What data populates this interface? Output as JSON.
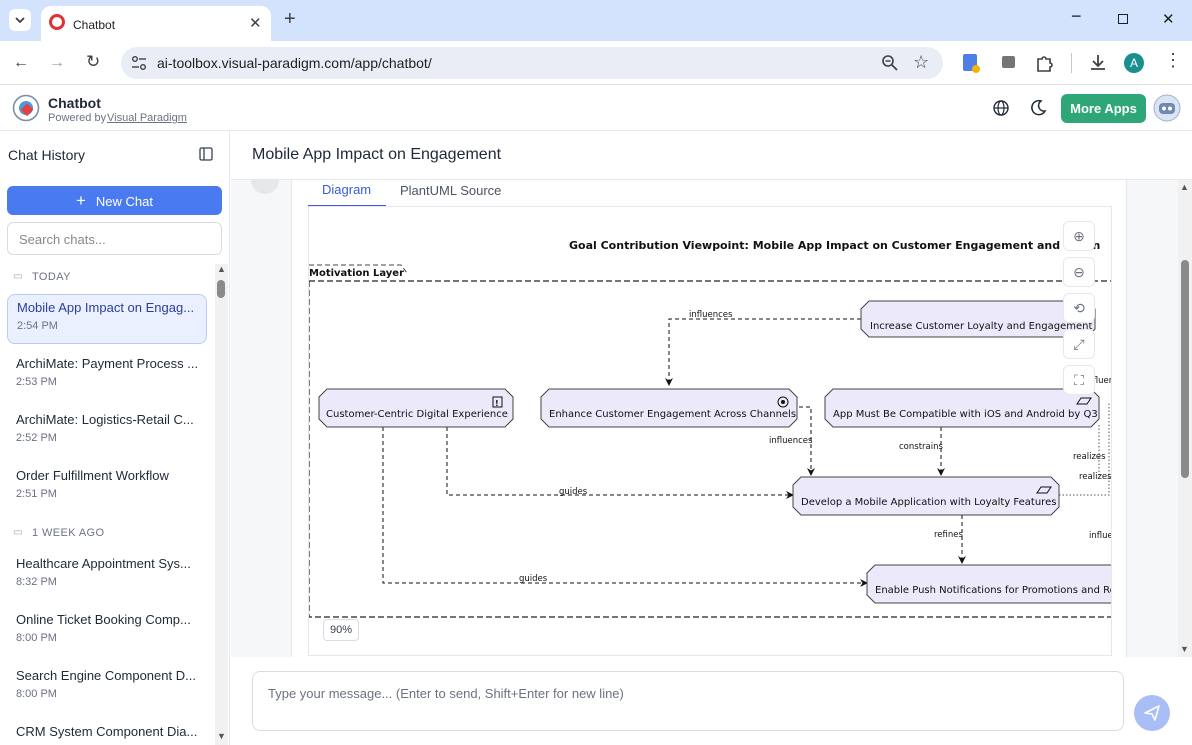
{
  "browser": {
    "tab_title": "Chatbot",
    "url": "ai-toolbox.visual-paradigm.com/app/chatbot/",
    "profile_initial": "A"
  },
  "app": {
    "name": "Chatbot",
    "powered_prefix": "Powered by",
    "powered_link": "Visual Paradigm",
    "more_apps": "More Apps"
  },
  "sidebar": {
    "title": "Chat History",
    "new_chat": "New Chat",
    "search_placeholder": "Search chats...",
    "groups": [
      {
        "label": "TODAY",
        "chats": [
          {
            "title": "Mobile App Impact on Engag...",
            "time": "2:54 PM"
          },
          {
            "title": "ArchiMate: Payment Process ...",
            "time": "2:53 PM"
          },
          {
            "title": "ArchiMate: Logistics-Retail C...",
            "time": "2:52 PM"
          },
          {
            "title": "Order Fulfillment Workflow",
            "time": "2:51 PM"
          }
        ]
      },
      {
        "label": "1 WEEK AGO",
        "chats": [
          {
            "title": "Healthcare Appointment Sys...",
            "time": "8:32 PM"
          },
          {
            "title": "Online Ticket Booking Comp...",
            "time": "8:00 PM"
          },
          {
            "title": "Search Engine Component D...",
            "time": "8:00 PM"
          },
          {
            "title": "CRM System Component Dia...",
            "time": ""
          }
        ]
      }
    ]
  },
  "main": {
    "title": "Mobile App Impact on Engagement",
    "tabs": [
      "Diagram",
      "PlantUML Source"
    ],
    "zoom": "90%",
    "composer_placeholder": "Type your message... (Enter to send, Shift+Enter for new line)"
  },
  "diagram": {
    "title": "Goal Contribution Viewpoint: Mobile App Impact on Customer Engagement and Reten",
    "layer": "Motivation Layer",
    "nodes": {
      "loyalty": "Increase Customer Loyalty and Engagement",
      "digital": "Customer-Centric Digital Experience",
      "enhance": "Enhance Customer Engagement Across Channels",
      "compat": "App Must Be Compatible with iOS and Android by Q3",
      "develop": "Develop a Mobile Application with Loyalty Features",
      "push": "Enable Push Notifications for Promotions and Rew"
    },
    "edges": {
      "influences1": "influences",
      "influences2": "influences",
      "influences3": "influenc",
      "influences4": "influe",
      "constrains": "constrains",
      "realizes1": "realizes",
      "realizes2": "realizes",
      "guides1": "guides",
      "guides2": "guides",
      "refines": "refines"
    }
  }
}
